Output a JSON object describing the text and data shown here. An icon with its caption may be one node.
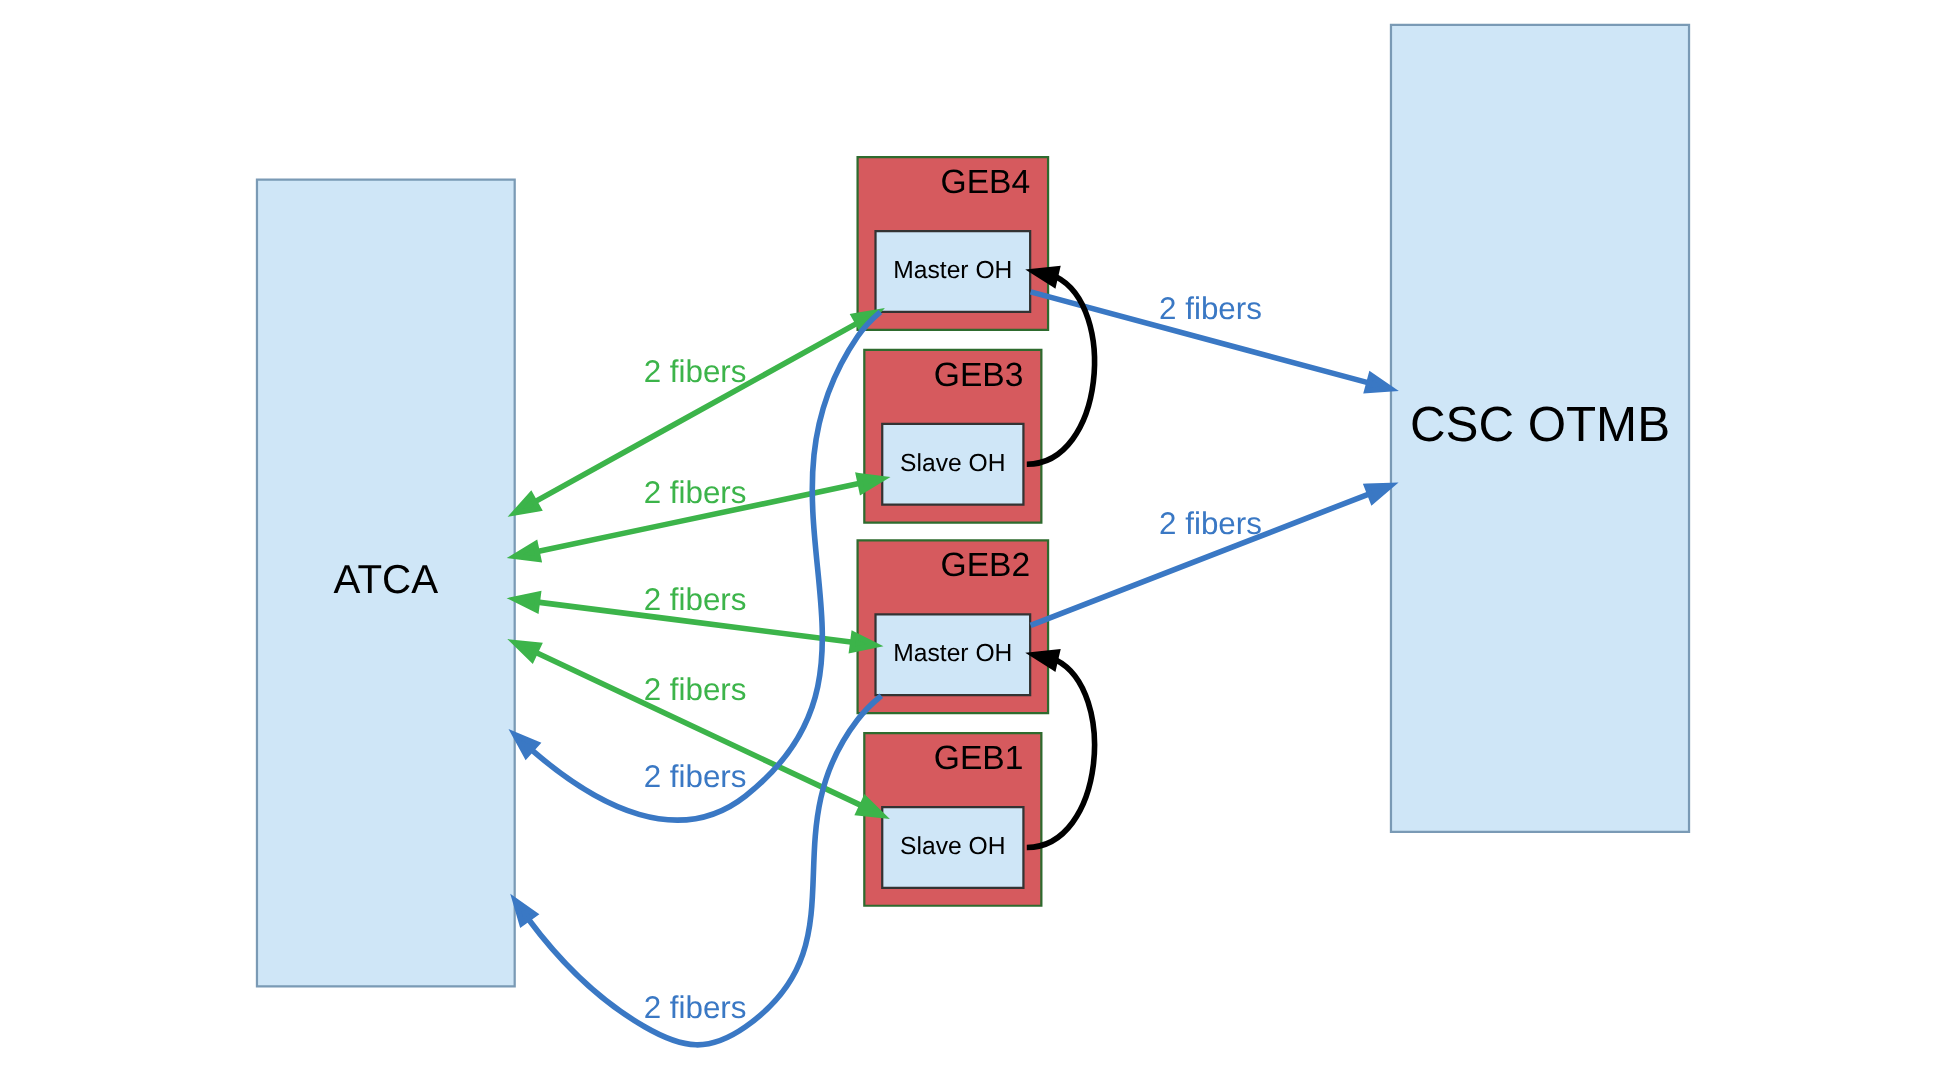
{
  "diagram": {
    "nodes": [
      {
        "text": [
          "ATCA"
        ]
      },
      {
        "text": [
          "GEB4"
        ]
      },
      {
        "text": [
          "Master OH"
        ],
        "in": 1
      },
      {
        "text": [
          "GEB3"
        ]
      },
      {
        "text": [
          "Slave OH"
        ],
        "in": 3
      },
      {
        "text": [
          "GEB2"
        ]
      },
      {
        "text": [
          "Master OH"
        ],
        "in": 5
      },
      {
        "text": [
          "GEB1"
        ]
      },
      {
        "text": [
          "Slave OH"
        ],
        "in": 7
      },
      {
        "text": [
          "CSC OTMB"
        ]
      }
    ],
    "edges": [
      {
        "from": 2,
        "to": 0,
        "arrow": "to",
        "label": "2 fibers",
        "color": "#3a78c4"
      },
      {
        "from": 0,
        "to": 2,
        "arrow": "both",
        "label": "2 fibers",
        "color": "#3cb44a"
      },
      {
        "from": 2,
        "to": 9,
        "arrow": "to",
        "label": "2 fibers",
        "color": "#3a78c4"
      },
      {
        "from": 4,
        "to": 2,
        "arrow": "to",
        "color": "#000000"
      },
      {
        "from": 0,
        "to": 4,
        "arrow": "both",
        "label": "2 fibers",
        "color": "#3cb44a"
      },
      {
        "from": 6,
        "to": 0,
        "arrow": "to",
        "label": "2 fibers",
        "color": "#3a78c4"
      },
      {
        "from": 0,
        "to": 6,
        "arrow": "both",
        "label": "2 fibers",
        "color": "#3cb44a"
      },
      {
        "from": 6,
        "to": 9,
        "arrow": "to",
        "label": "2 fibers",
        "color": "#3a78c4"
      },
      {
        "from": 8,
        "to": 6,
        "arrow": "to",
        "color": "#000000"
      },
      {
        "from": 0,
        "to": 8,
        "arrow": "both",
        "label": "2 fibers",
        "color": "#3cb44a"
      }
    ]
  }
}
